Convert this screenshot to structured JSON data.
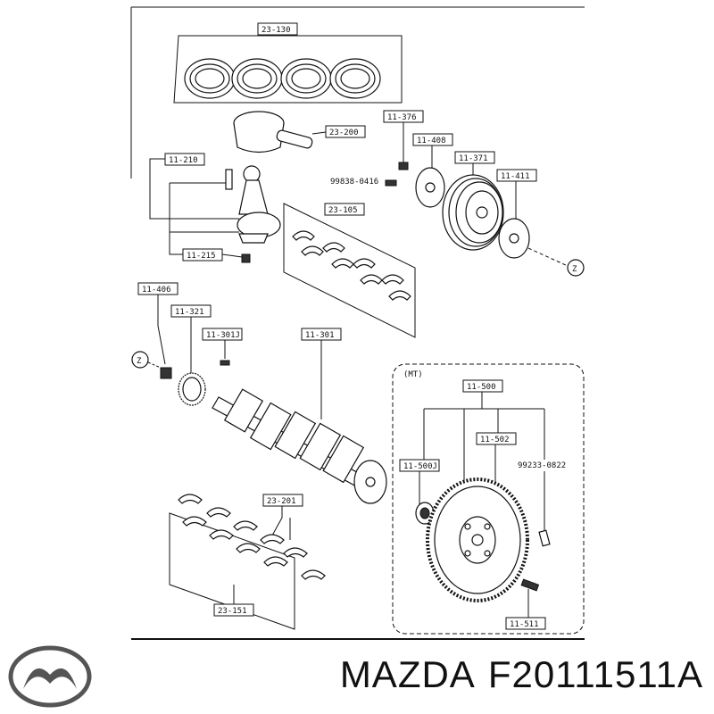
{
  "labels": {
    "l_23_130": "23-130",
    "l_11_376": "11-376",
    "l_23_200": "23-200",
    "l_11_408": "11-408",
    "l_11_371": "11-371",
    "l_11_210": "11-210",
    "l_11_411": "11-411",
    "l_99838": "99838-0416",
    "l_23_105": "23-105",
    "l_11_215": "11-215",
    "l_11_406": "11-406",
    "l_11_321": "11-321",
    "l_11_301j": "11-301J",
    "l_11_301": "11-301",
    "l_mt": "(MT)",
    "l_11_500": "11-500",
    "l_11_502": "11-502",
    "l_11_500j": "11-500J",
    "l_99233": "99233-0822",
    "l_23_201": "23-201",
    "l_23_151": "23-151",
    "l_11_511": "11-511",
    "z1": "Z",
    "z2": "Z"
  },
  "footer": {
    "brand": "MAZDA",
    "part_number": "F20111511A"
  }
}
